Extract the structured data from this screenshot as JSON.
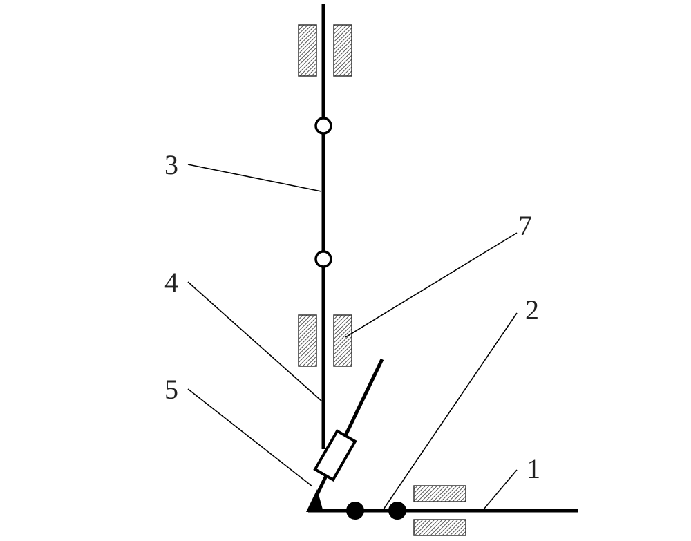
{
  "figure": {
    "callouts": [
      {
        "id": "label-1",
        "text": "1"
      },
      {
        "id": "label-2",
        "text": "2"
      },
      {
        "id": "label-3",
        "text": "3"
      },
      {
        "id": "label-4",
        "text": "4"
      },
      {
        "id": "label-5",
        "text": "5"
      },
      {
        "id": "label-7",
        "text": "7"
      }
    ],
    "colors": {
      "line": "#000000",
      "text": "#222222",
      "hatch": "#555555",
      "background": "#ffffff"
    }
  }
}
